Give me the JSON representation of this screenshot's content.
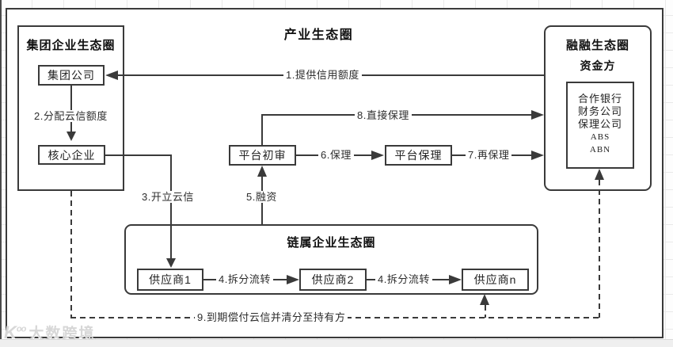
{
  "diagram": {
    "title": "产业生态圈",
    "group_ecosystem": {
      "title": "集团企业生态圈",
      "group_company": "集团公司",
      "core_enterprise": "核心企业"
    },
    "platform": {
      "initial_review": "平台初审",
      "factoring": "平台保理"
    },
    "finance_ecosystem": {
      "title": "融融生态圈",
      "subtitle": "资金方",
      "funders": [
        "合作银行",
        "财务公司",
        "保理公司",
        "ABS",
        "ABN"
      ]
    },
    "chain_ecosystem": {
      "title": "链属企业生态圈",
      "suppliers": [
        "供应商1",
        "供应商2",
        "供应商n"
      ]
    },
    "flows": {
      "f1": "1.提供信用额度",
      "f2": "2.分配云信额度",
      "f3": "3.开立云信",
      "f4a": "4.拆分流转",
      "f4b": "4.拆分流转",
      "f5": "5.融资",
      "f6": "6.保理",
      "f7": "7.再保理",
      "f8": "8.直接保理",
      "f9": "9.到期偿付云信并清分至持有方"
    },
    "watermark_logo": "K",
    "watermark_logo_sup": "oo",
    "watermark_text": "大数跨境",
    "colors": {
      "line": "#3a3a3a",
      "background": "#ffffff",
      "watermark": "#d7d7d7"
    }
  }
}
